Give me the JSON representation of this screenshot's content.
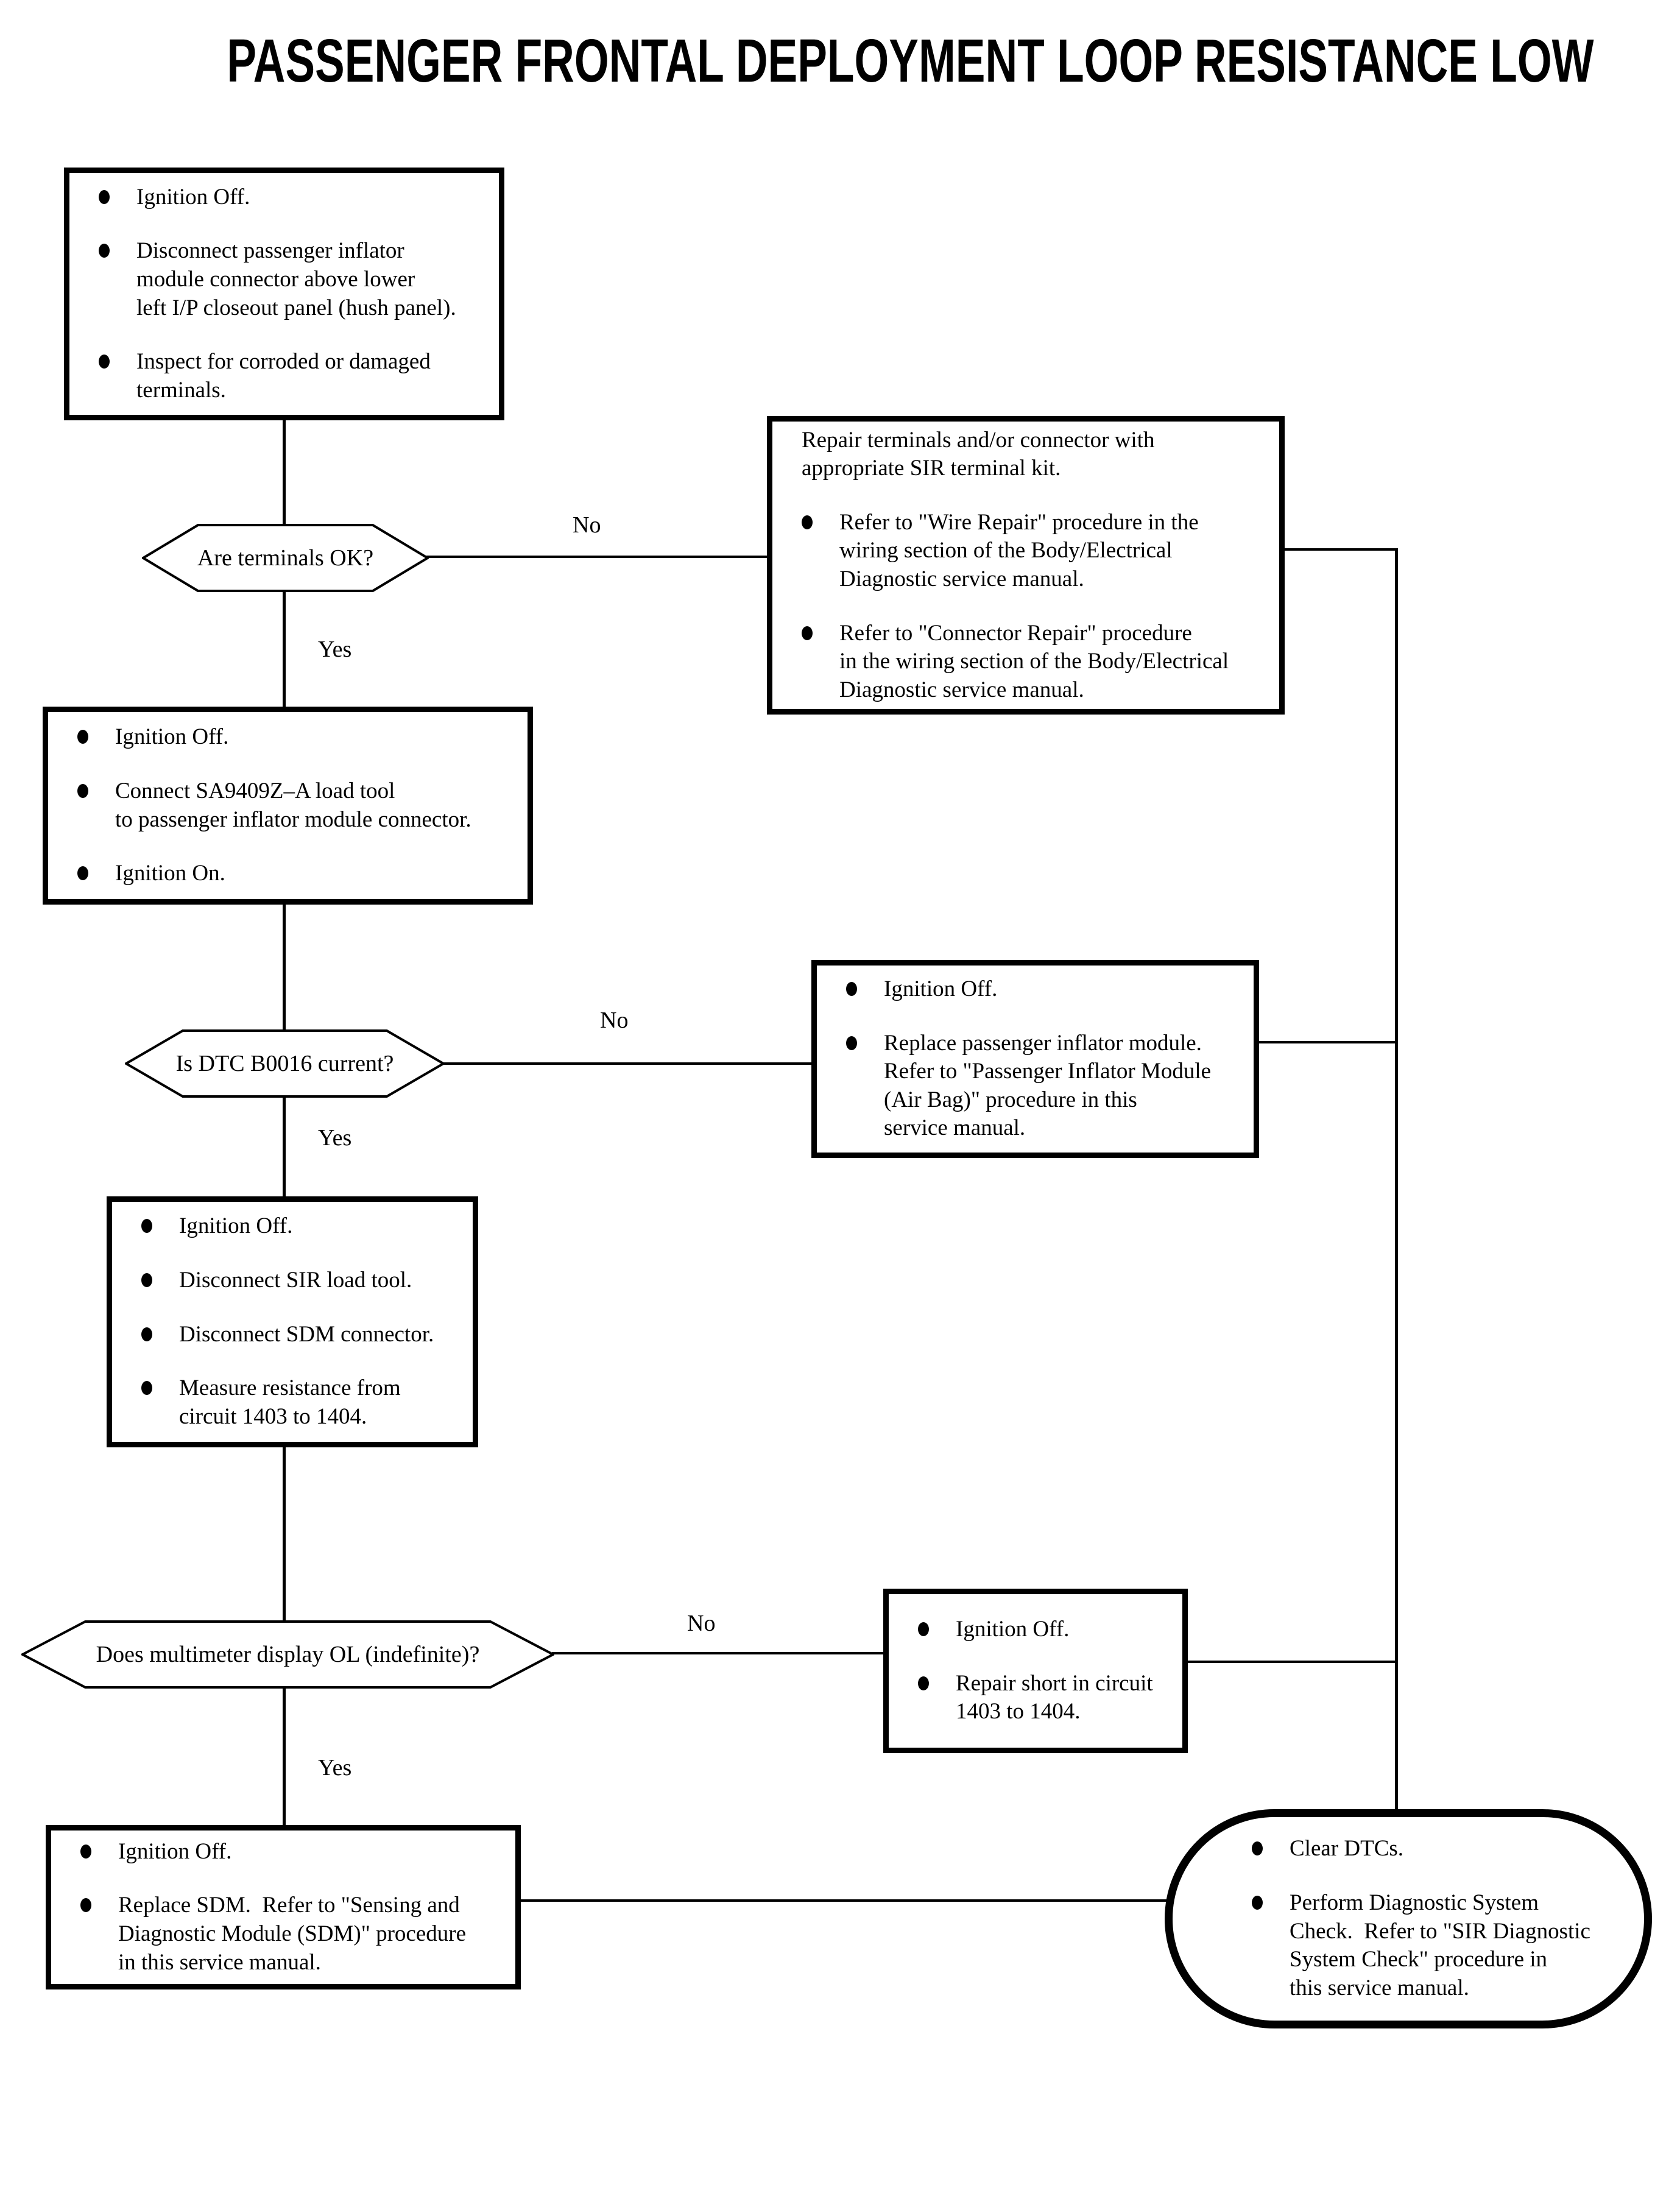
{
  "title": "PASSENGER FRONTAL DEPLOYMENT LOOP RESISTANCE LOW",
  "labels": {
    "no": "No",
    "yes": "Yes"
  },
  "decisions": {
    "terminals_ok": "Are terminals OK?",
    "dtc_current": "Is DTC B0016 current?",
    "multimeter_ol": "Does multimeter display OL (indefinite)?"
  },
  "steps": {
    "inspect": {
      "bullets": [
        "Ignition Off.",
        "Disconnect passenger inflator\nmodule connector above lower\nleft I/P closeout panel (hush panel).",
        "Inspect for corroded or damaged\nterminals."
      ]
    },
    "repair_terminals": {
      "intro": "Repair terminals and/or connector with\nappropriate SIR terminal kit.",
      "bullets": [
        "Refer to \"Wire Repair\" procedure in the\nwiring section of the Body/Electrical\nDiagnostic service manual.",
        "Refer to \"Connector Repair\" procedure\nin the wiring section of the Body/Electrical\nDiagnostic service manual."
      ]
    },
    "load_tool": {
      "bullets": [
        "Ignition Off.",
        "Connect SA9409Z–A load tool\nto passenger inflator module connector.",
        "Ignition On."
      ]
    },
    "replace_inflator": {
      "bullets": [
        "Ignition Off.",
        "Replace passenger inflator module.\nRefer to \"Passenger Inflator Module\n(Air Bag)\" procedure in this\nservice manual."
      ]
    },
    "measure": {
      "bullets": [
        "Ignition Off.",
        "Disconnect SIR load tool.",
        "Disconnect SDM connector.",
        "Measure resistance from\ncircuit 1403 to 1404."
      ]
    },
    "repair_short": {
      "bullets": [
        "Ignition Off.",
        "Repair short in circuit\n1403 to 1404."
      ]
    },
    "replace_sdm": {
      "bullets": [
        "Ignition Off.",
        "Replace SDM.  Refer to \"Sensing and\nDiagnostic Module (SDM)\" procedure\nin this service manual."
      ]
    },
    "clear_dtcs": {
      "bullets": [
        "Clear DTCs.",
        "Perform Diagnostic System\nCheck.  Refer to \"SIR Diagnostic\nSystem Check\" procedure in\nthis service manual."
      ]
    }
  }
}
